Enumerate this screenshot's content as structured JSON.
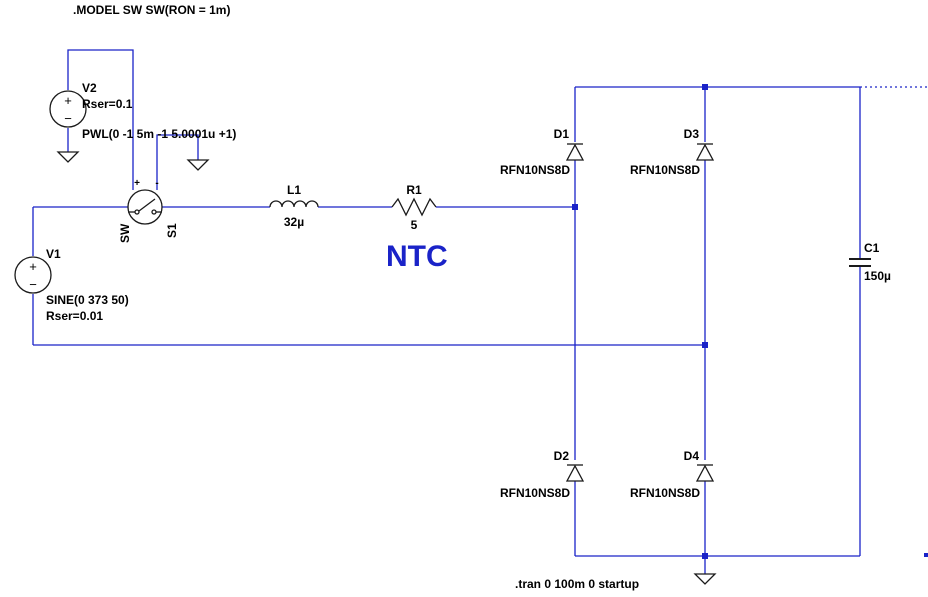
{
  "directives": {
    "model": ".MODEL SW SW(RON = 1m)",
    "tran": ".tran 0 100m 0 startup"
  },
  "v2": {
    "name": "V2",
    "rser": "Rser=0.1",
    "pwl": "PWL(0 -1 5m -1 5.0001u +1)"
  },
  "v1": {
    "name": "V1",
    "sine": "SINE(0 373 50)",
    "rser": "Rser=0.01"
  },
  "switch": {
    "name": "S1",
    "model": "SW",
    "plus": "+",
    "minus": "-"
  },
  "l1": {
    "name": "L1",
    "value": "32µ"
  },
  "r1": {
    "name": "R1",
    "value": "5"
  },
  "ntc_label": "NTC",
  "diodes": [
    {
      "name": "D1",
      "part": "RFN10NS8D"
    },
    {
      "name": "D2",
      "part": "RFN10NS8D"
    },
    {
      "name": "D3",
      "part": "RFN10NS8D"
    },
    {
      "name": "D4",
      "part": "RFN10NS8D"
    }
  ],
  "c1": {
    "name": "C1",
    "value": "150µ"
  },
  "source_symbols": {
    "plus": "+",
    "minus": "−"
  },
  "colors": {
    "wire": "#1a23c8",
    "component": "#1a1a1a",
    "text": "#000000",
    "ntc": "#1a23c8"
  }
}
